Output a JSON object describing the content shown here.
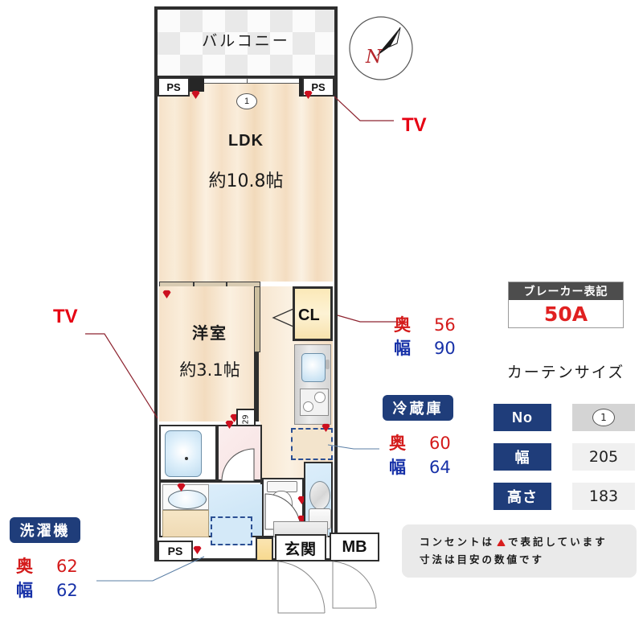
{
  "floorplan": {
    "balcony": {
      "label": "バルコニー"
    },
    "rooms": [
      {
        "name": "ldk",
        "label": "LDK",
        "size": "約10.8帖"
      },
      {
        "name": "yoshitsu",
        "label": "洋室",
        "size": "約3.1帖"
      }
    ],
    "closet_label": "CL",
    "ps_top_left": "PS",
    "ps_top_right": "PS",
    "ps_bottom_left": "PS",
    "genkan_label": "玄関",
    "mb_label": "MB",
    "switch_label": "29",
    "curtain_marker": "1"
  },
  "annotations": {
    "tv_right": "TV",
    "tv_left": "TV",
    "closet_dims": {
      "depth_key": "奥",
      "depth_value": "56",
      "width_key": "幅",
      "width_value": "90"
    },
    "fridge": {
      "badge": "冷蔵庫",
      "depth_key": "奥",
      "depth_value": "60",
      "width_key": "幅",
      "width_value": "64"
    },
    "washer": {
      "badge": "洗濯機",
      "depth_key": "奥",
      "depth_value": "62",
      "width_key": "幅",
      "width_value": "62"
    }
  },
  "breaker": {
    "header": "ブレーカー表記",
    "value": "50A"
  },
  "curtain": {
    "title": "カーテンサイズ",
    "rows": [
      {
        "header": "No",
        "value": "1"
      },
      {
        "header": "幅",
        "value": "205"
      },
      {
        "header": "高さ",
        "value": "183"
      }
    ]
  },
  "note": {
    "line1_a": "コンセントは",
    "line1_b": "で表記しています",
    "line2": "寸法は目安の数値です"
  },
  "compass": {
    "north_label": "N"
  },
  "colors": {
    "navy": "#1f3d7a",
    "red": "#e60012",
    "depth_red": "#d41a1a",
    "width_blue": "#1731a8",
    "breaker_red": "#e02020",
    "wall": "#2e2e2e"
  }
}
